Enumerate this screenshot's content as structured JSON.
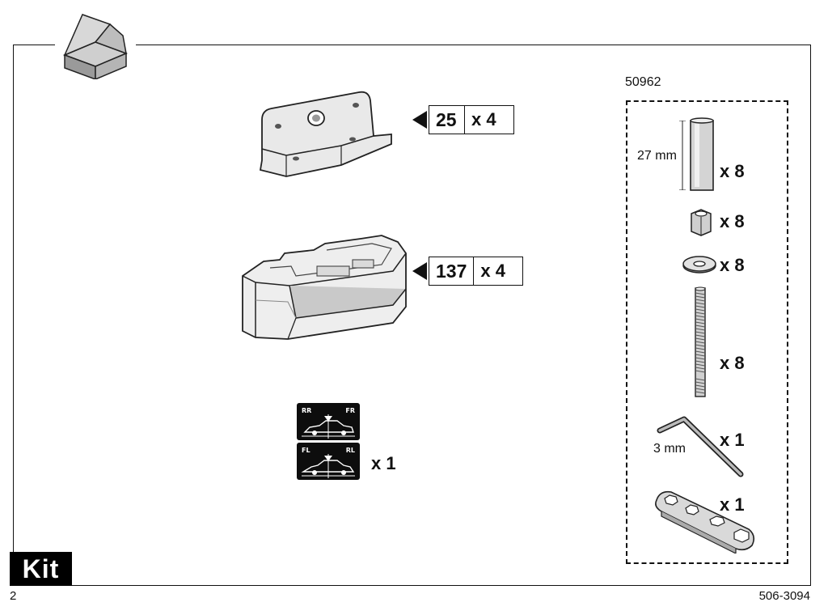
{
  "page": {
    "kit_label": "Kit",
    "page_number": "2",
    "document_number": "506-3094"
  },
  "parts": [
    {
      "part_number": "25",
      "quantity": "x 4",
      "icon": "mounting-plate"
    },
    {
      "part_number": "137",
      "quantity": "x 4",
      "icon": "foot-pad"
    }
  ],
  "stickers": {
    "quantity": "x 1",
    "top_left": "RR",
    "top_right": "FR",
    "bottom_left": "FL",
    "bottom_right": "RL"
  },
  "kit_contents": {
    "kit_number": "50962",
    "items": [
      {
        "name": "spacer",
        "dimension": "27 mm",
        "quantity": "x 8"
      },
      {
        "name": "nut",
        "quantity": "x 8"
      },
      {
        "name": "washer",
        "quantity": "x 8"
      },
      {
        "name": "threaded-rod",
        "quantity": "x 8"
      },
      {
        "name": "hex-key",
        "dimension": "3 mm",
        "quantity": "x 1"
      },
      {
        "name": "spanner",
        "quantity": "x 1"
      }
    ]
  }
}
